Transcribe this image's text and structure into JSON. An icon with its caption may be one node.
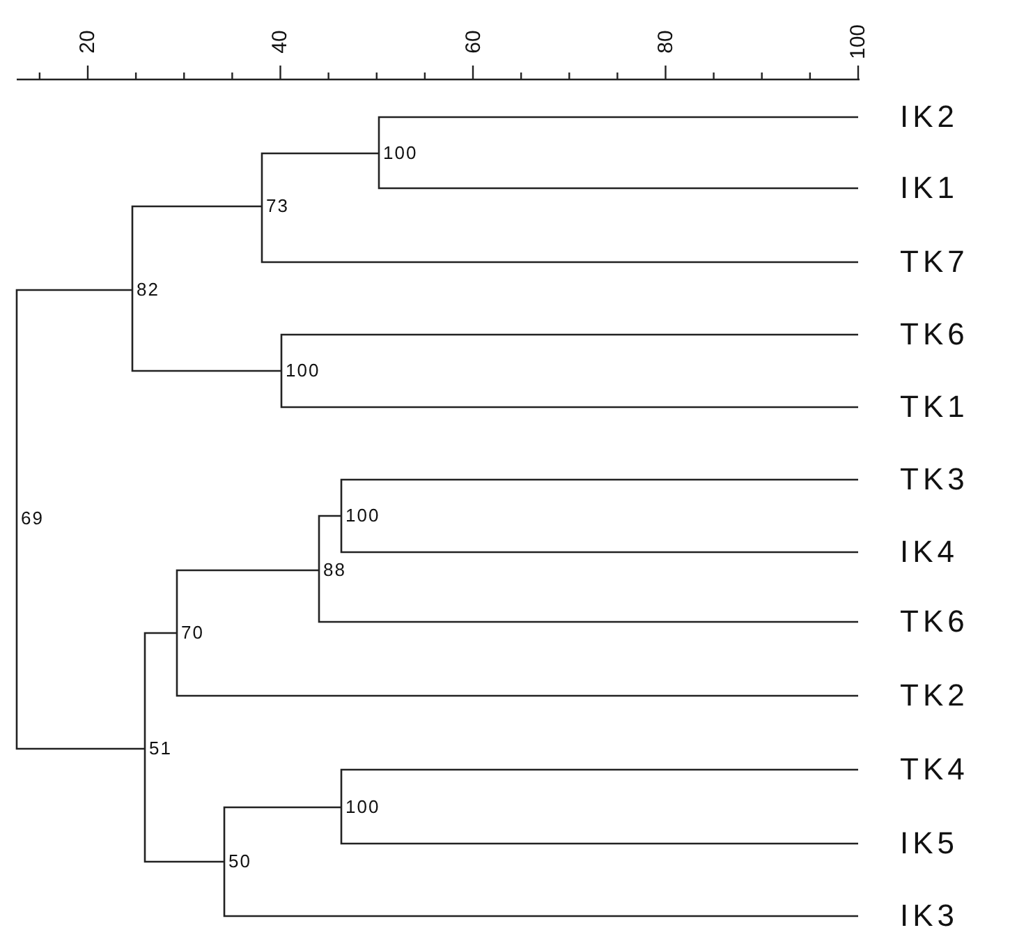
{
  "diagram": {
    "nodes": [
      {
        "text": [
          "IK2"
        ]
      },
      {
        "text": [
          "IK1"
        ]
      },
      {
        "text": [
          "TK7"
        ]
      },
      {
        "text": [
          "TK6"
        ]
      },
      {
        "text": [
          "TK1"
        ]
      },
      {
        "text": [
          "TK3"
        ]
      },
      {
        "text": [
          "IK4"
        ]
      },
      {
        "text": [
          "TK6"
        ]
      },
      {
        "text": [
          "TK2"
        ]
      },
      {
        "text": [
          "TK4"
        ]
      },
      {
        "text": [
          "IK5"
        ]
      },
      {
        "text": [
          "IK3"
        ]
      },
      {
        "text": [
          "100"
        ]
      },
      {
        "text": [
          "73"
        ]
      },
      {
        "text": [
          "100"
        ]
      },
      {
        "text": [
          "82"
        ]
      },
      {
        "text": [
          "100"
        ]
      },
      {
        "text": [
          "88"
        ]
      },
      {
        "text": [
          "70"
        ]
      },
      {
        "text": [
          "100"
        ]
      },
      {
        "text": [
          "50"
        ]
      },
      {
        "text": [
          "51"
        ]
      },
      {
        "text": [
          "69"
        ]
      }
    ],
    "edges": [
      {
        "from": 12,
        "to": 0,
        "arrow": "none"
      },
      {
        "from": 12,
        "to": 1,
        "arrow": "none"
      },
      {
        "from": 13,
        "to": 12,
        "arrow": "none"
      },
      {
        "from": 13,
        "to": 2,
        "arrow": "none"
      },
      {
        "from": 14,
        "to": 3,
        "arrow": "none"
      },
      {
        "from": 14,
        "to": 4,
        "arrow": "none"
      },
      {
        "from": 15,
        "to": 13,
        "arrow": "none"
      },
      {
        "from": 15,
        "to": 14,
        "arrow": "none"
      },
      {
        "from": 16,
        "to": 5,
        "arrow": "none"
      },
      {
        "from": 16,
        "to": 6,
        "arrow": "none"
      },
      {
        "from": 17,
        "to": 16,
        "arrow": "none"
      },
      {
        "from": 17,
        "to": 7,
        "arrow": "none"
      },
      {
        "from": 18,
        "to": 17,
        "arrow": "none"
      },
      {
        "from": 18,
        "to": 8,
        "arrow": "none"
      },
      {
        "from": 19,
        "to": 9,
        "arrow": "none"
      },
      {
        "from": 19,
        "to": 10,
        "arrow": "none"
      },
      {
        "from": 20,
        "to": 19,
        "arrow": "none"
      },
      {
        "from": 20,
        "to": 11,
        "arrow": "none"
      },
      {
        "from": 21,
        "to": 18,
        "arrow": "none"
      },
      {
        "from": 21,
        "to": 20,
        "arrow": "none"
      },
      {
        "from": 22,
        "to": 15,
        "arrow": "none"
      },
      {
        "from": 22,
        "to": 21,
        "arrow": "none"
      }
    ],
    "labels": [
      "20",
      "40",
      "60",
      "80",
      "100"
    ]
  }
}
